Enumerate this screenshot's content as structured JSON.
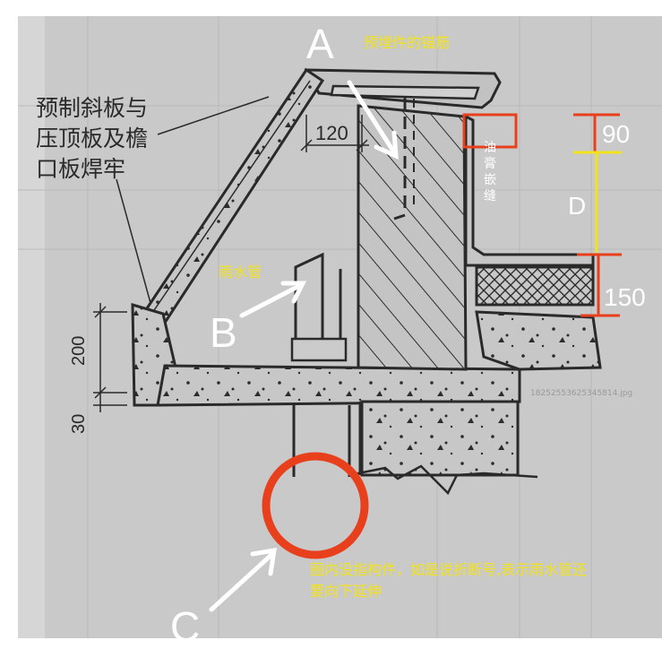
{
  "labels": {
    "weld_note": "预制斜板与\n压顶板及檐\n口板焊牢",
    "anchor_note": "预埋件的锚筋",
    "rain_pipe": "雨水管",
    "putty_joint": "油\n膏\n嵌\n缝",
    "circle_note_line1": "圈内没指构件，如是说折断号,表示雨水管还",
    "circle_note_line2": "要向下延伸",
    "letter_a": "A",
    "letter_b": "B",
    "letter_c": "C",
    "letter_d": "D"
  },
  "dimensions": {
    "top_90": "90",
    "bottom_150": "150",
    "width_120": "120",
    "height_200": "200",
    "base_30": "30"
  },
  "watermark": "18252553625345814.jpg",
  "colors": {
    "annotation_red": "#e8401c",
    "annotation_yellow": "#f2e21c",
    "annotation_white": "#ffffff",
    "paper": "#c9c9c9",
    "ink": "#2a2a2a"
  }
}
